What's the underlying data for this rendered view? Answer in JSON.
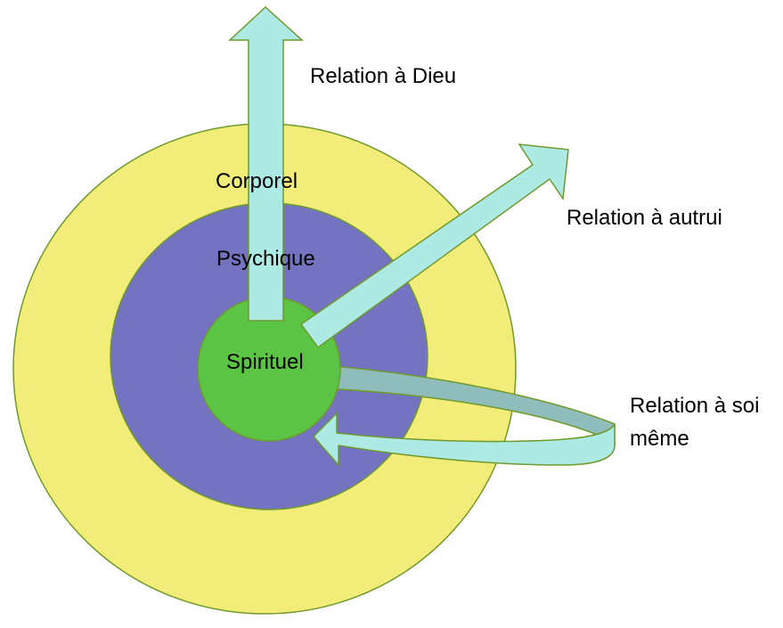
{
  "colors": {
    "outer_ring": "#f2ec78",
    "middle_ring": "#7373c2",
    "inner_circle": "#5cc444",
    "stroke": "#6f9a2c",
    "arrow_fill": "#aeeae4",
    "arrow_back_fill": "#8fbdbb",
    "arrow_stroke": "#6f9a2c"
  },
  "circles": {
    "outer": "Corporel",
    "middle": "Psychique",
    "inner": "Spirituel"
  },
  "relations": {
    "god": "Relation à Dieu",
    "others": "Relation à autrui",
    "self_line1": "Relation à soi",
    "self_line2": "même"
  }
}
